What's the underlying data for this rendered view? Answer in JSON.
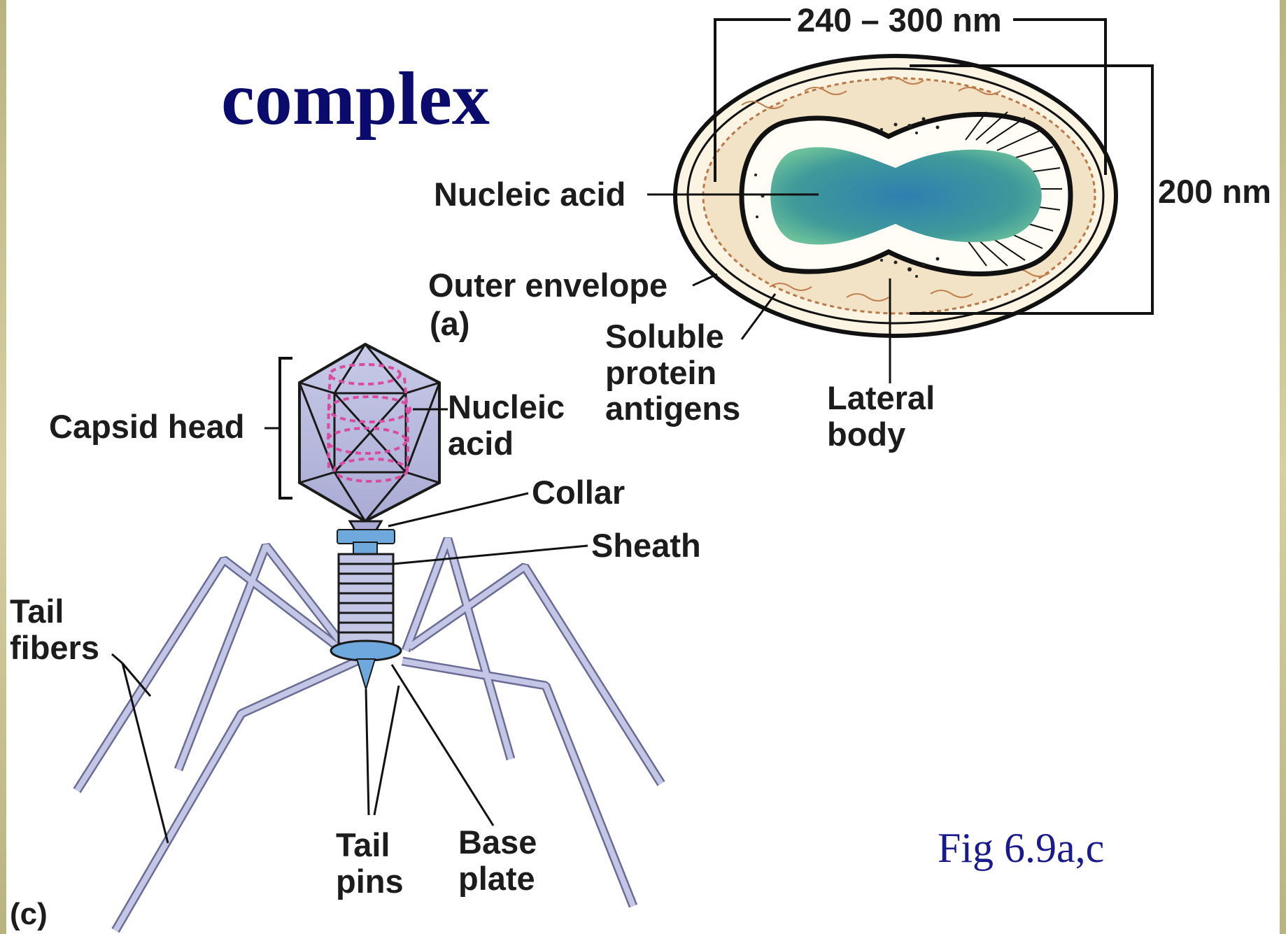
{
  "title": "complex",
  "figure_ref": "Fig 6.9a,c",
  "poxvirus": {
    "panel_label": "(a)",
    "length_dimension": "240 – 300 nm",
    "width_dimension": "200 nm",
    "labels": {
      "nucleic_acid": "Nucleic acid",
      "outer_envelope": "Outer envelope",
      "soluble_protein_antigens": [
        "Soluble",
        "protein",
        "antigens"
      ],
      "lateral_body": [
        "Lateral",
        "body"
      ]
    }
  },
  "bacteriophage": {
    "panel_label": "(c)",
    "labels": {
      "capsid_head": "Capsid head",
      "nucleic_acid": [
        "Nucleic",
        "acid"
      ],
      "collar": "Collar",
      "sheath": "Sheath",
      "tail_fibers": [
        "Tail",
        "fibers"
      ],
      "tail_pins": [
        "Tail",
        "pins"
      ],
      "base_plate": [
        "Base",
        "plate"
      ]
    }
  },
  "colors": {
    "title": "#0b0b6e",
    "figure_ref": "#1a1a8a",
    "label_text": "#1c1c1c",
    "nucleoid": "#3f9a9a",
    "envelope_fill": "#f3e3c6",
    "phage_body": "#b6b8dc",
    "phage_blue": "#6fa8dc",
    "phage_dna": "#d94aa0"
  },
  "icons": [
    "poxvirus-diagram",
    "bacteriophage-diagram"
  ]
}
